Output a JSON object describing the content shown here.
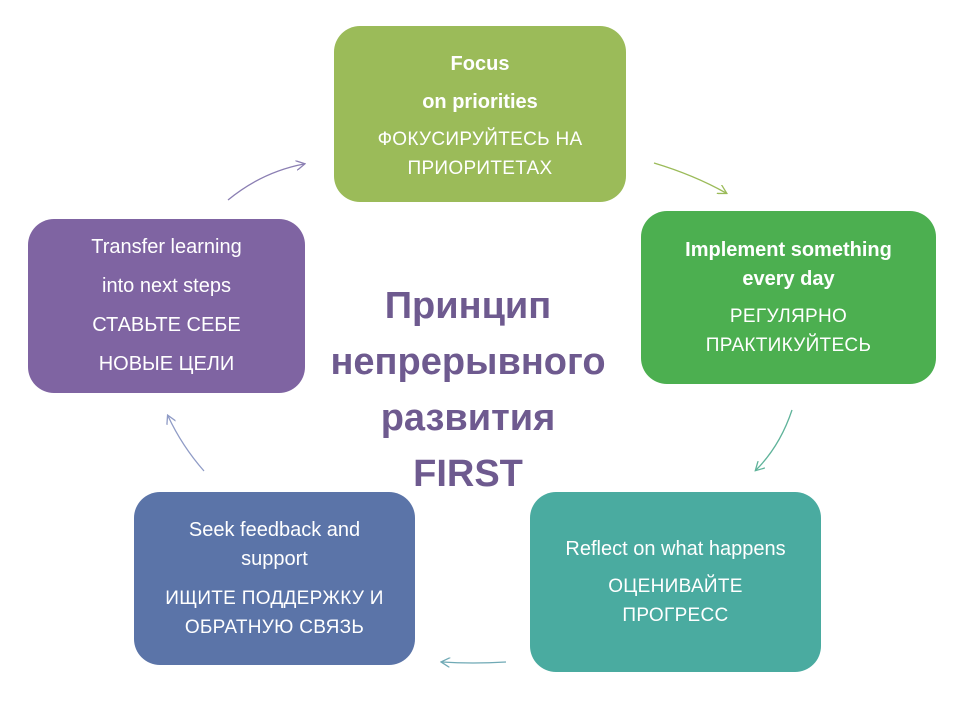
{
  "title": {
    "line1": "Принцип",
    "line2": "непрерывного",
    "line3": "развития",
    "line4": "FIRST"
  },
  "steps": {
    "focus": {
      "en_line1": "Focus",
      "en_line2": "on priorities",
      "ru": "ФОКУСИРУЙТЕСЬ НА ПРИОРИТЕТАХ",
      "color": "#9bbb59"
    },
    "implement": {
      "en": "Implement something every day",
      "ru": "РЕГУЛЯРНО ПРАКТИКУЙТЕСЬ",
      "color": "#4caf50"
    },
    "reflect": {
      "en": "Reflect on what happens",
      "ru": "ОЦЕНИВАЙТЕ ПРОГРЕСС",
      "color": "#4aaba0"
    },
    "seek": {
      "en": "Seek feedback and support",
      "ru": "ИЩИТЕ ПОДДЕРЖКУ И ОБРАТНУЮ СВЯЗЬ",
      "color": "#5b74a8"
    },
    "transfer": {
      "en_line1": "Transfer learning",
      "en_line2": "into next steps",
      "ru_line1": "СТАВЬТЕ СЕБЕ",
      "ru_line2": "НОВЫЕ ЦЕЛИ",
      "color": "#7f64a2"
    }
  },
  "colors": {
    "title": "#6e5a8f",
    "arrow_green": "#9bbb59",
    "arrow_teal": "#4aaba0",
    "arrow_blue": "#5b74a8",
    "arrow_purple": "#7f64a2"
  }
}
